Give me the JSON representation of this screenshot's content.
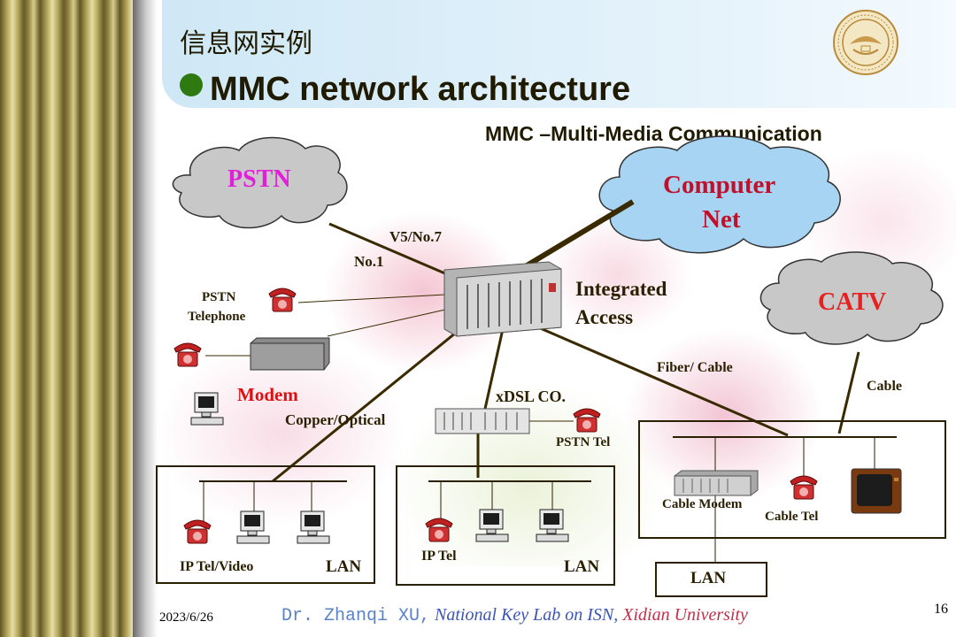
{
  "slide": {
    "title_zh": "信息网实例",
    "title_main": "MMC network architecture",
    "subtitle": "MMC –Multi-Media Communication"
  },
  "clouds": {
    "pstn": "PSTN",
    "computer_line1": "Computer",
    "computer_line2": "Net",
    "catv": "CATV"
  },
  "labels": {
    "v5": "V5/No.7",
    "no1": "No.1",
    "pstn_tel_line1": "PSTN",
    "pstn_tel_line2": "Telephone",
    "integrated_line1": "Integrated",
    "integrated_line2": "Access",
    "modem": "Modem",
    "copper_optical": "Copper/Optical",
    "xdsl": "xDSL CO.",
    "fiber_cable": "Fiber/ Cable",
    "cable": "Cable",
    "pstn_tel": "PSTN Tel",
    "cable_modem": "Cable Modem",
    "cable_tel": "Cable Tel",
    "ip_tel_video": "IP Tel/Video",
    "lan_left": "LAN",
    "ip_tel": "IP Tel",
    "lan_mid": "LAN",
    "lan_right": "LAN"
  },
  "footer": {
    "date": "2023/6/26",
    "author": "Dr. Zhanqi XU,",
    "lab": " National Key Lab on ISN,",
    "university": " Xidian University",
    "page": "16"
  },
  "colors": {
    "pstn_text": "#e020d8",
    "computer_text": "#c0102a",
    "catv_text": "#e82020",
    "modem_text": "#e01010",
    "cloud_gray": "#c8c8c8",
    "cloud_blue": "#a6d4f2",
    "line": "#3a2a00"
  },
  "icons": [
    "university-seal-icon",
    "telephone-icon",
    "computer-icon",
    "modem-box-icon",
    "integrated-access-rack-icon",
    "xdsl-co-device-icon",
    "cable-modem-icon",
    "tv-icon"
  ]
}
